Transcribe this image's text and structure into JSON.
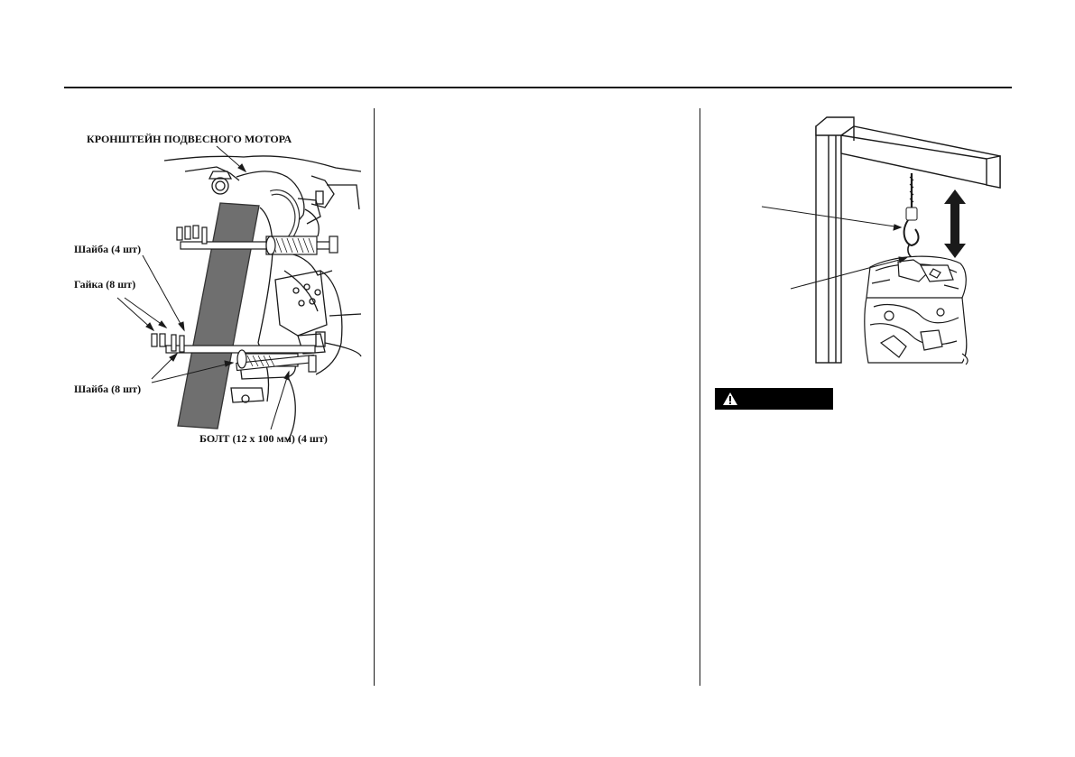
{
  "figure_left": {
    "label_bracket": "КРОНШТЕЙН ПОДВЕСНОГО МОТОРА",
    "label_washer4": "Шайба (4 шт)",
    "label_nut8": "Гайка (8 шт)",
    "label_washer8": "Шайба (8 шт)",
    "label_bolt": "БОЛТ (12 x 100 мм) (4 шт)"
  },
  "warning_box": {
    "icon": "warning-triangle-icon",
    "color": "#000000",
    "label": ""
  }
}
